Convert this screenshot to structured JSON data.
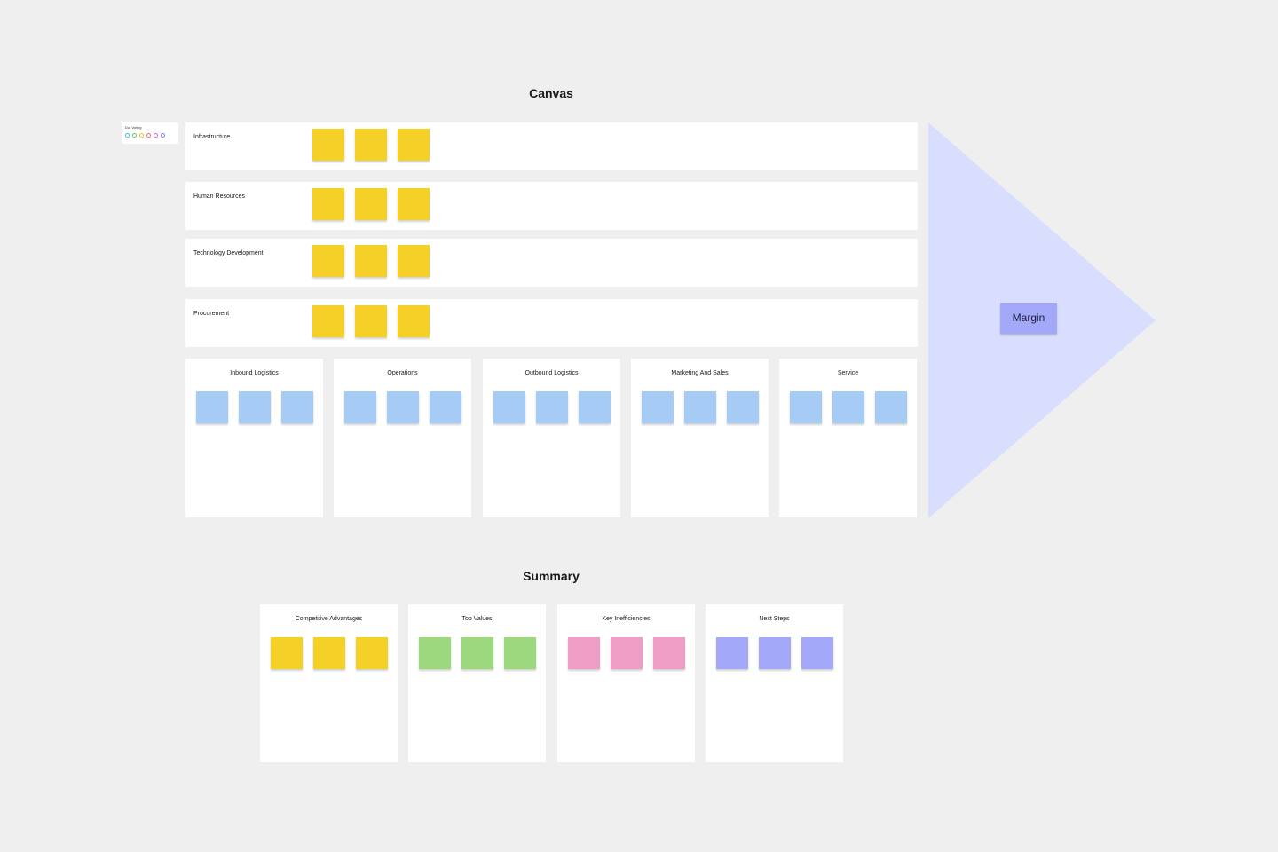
{
  "canvas_title": "Canvas",
  "summary_title": "Summary",
  "dot_voting": {
    "title": "Dot Voting",
    "dot_colors": [
      "#3fc5c8",
      "#5fcc6a",
      "#f0c22a",
      "#f0677a",
      "#c96ae8",
      "#7c7cf0"
    ]
  },
  "support_activities": [
    {
      "label": "Infrastructure",
      "note_color": "yellow",
      "note_count": 3
    },
    {
      "label": "Human Resources",
      "note_color": "yellow",
      "note_count": 3
    },
    {
      "label": "Technology Development",
      "note_color": "yellow",
      "note_count": 3
    },
    {
      "label": "Procurement",
      "note_color": "yellow",
      "note_count": 3
    }
  ],
  "primary_activities": [
    {
      "label": "Inbound Logistics",
      "note_color": "blue",
      "note_count": 3
    },
    {
      "label": "Operations",
      "note_color": "blue",
      "note_count": 3
    },
    {
      "label": "Outbound Logistics",
      "note_color": "blue",
      "note_count": 3
    },
    {
      "label": "Marketing And Sales",
      "note_color": "blue",
      "note_count": 3
    },
    {
      "label": "Service",
      "note_color": "blue",
      "note_count": 3
    }
  ],
  "margin": {
    "label": "Margin",
    "triangle_color": "#d9deff"
  },
  "summary": [
    {
      "label": "Competitive Advantages",
      "note_color": "yellow",
      "note_count": 3
    },
    {
      "label": "Top Values",
      "note_color": "green",
      "note_count": 3
    },
    {
      "label": "Key Inefficiencies",
      "note_color": "pink",
      "note_count": 3
    },
    {
      "label": "Next Steps",
      "note_color": "purple",
      "note_count": 3
    }
  ],
  "colors": {
    "yellow": "#f5d128",
    "blue": "#a6ccf5",
    "green": "#9cd87e",
    "pink": "#ee9ec4",
    "purple": "#a3a8f8"
  }
}
